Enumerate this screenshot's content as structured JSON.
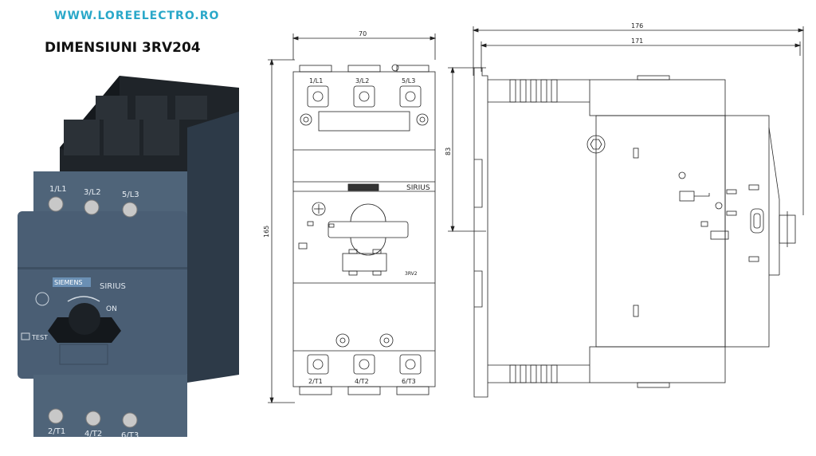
{
  "header": {
    "website": "WWW.LOREELECTRO.RO",
    "title": "DIMENSIUNI 3RV204"
  },
  "photo": {
    "top_terminals": [
      "1/L1",
      "3/L2",
      "5/L3"
    ],
    "bottom_terminals": [
      "2/T1",
      "4/T2",
      "6/T3"
    ],
    "brand": "SIEMENS",
    "series": "SIRIUS",
    "on_label": "ON",
    "test_label": "TEST"
  },
  "front_view": {
    "width_dim": "70",
    "height_dim": "165",
    "top_terminals": [
      "1/L1",
      "3/L2",
      "5/L3"
    ],
    "bottom_terminals": [
      "2/T1",
      "4/T2",
      "6/T3"
    ],
    "series": "SIRIUS",
    "model": "3RV2"
  },
  "side_view": {
    "overall_depth_dim": "176",
    "depth_dim": "171",
    "height_dim": "83"
  },
  "colors": {
    "website": "#2aa8c9",
    "housing": "#4a5e74",
    "housing_dark": "#2d3a48",
    "top_block": "#1e2328"
  }
}
